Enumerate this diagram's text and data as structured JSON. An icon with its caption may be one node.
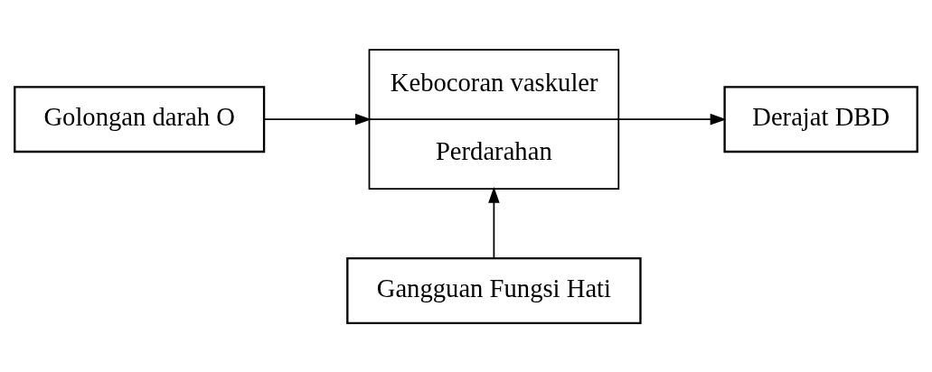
{
  "diagram": {
    "nodes": [
      {
        "text": [
          "Golongan darah O"
        ]
      },
      {
        "text": [
          "Kebocoran vaskuler",
          "Perdarahan"
        ]
      },
      {
        "text": [
          "Derajat DBD"
        ]
      },
      {
        "text": [
          "Gangguan Fungsi Hati"
        ]
      }
    ],
    "edges": [
      {
        "from": 0,
        "to": 1,
        "arrow": "to"
      },
      {
        "from": 1,
        "to": 2,
        "arrow": "to"
      },
      {
        "from": 3,
        "to": 1,
        "arrow": "to"
      }
    ]
  }
}
